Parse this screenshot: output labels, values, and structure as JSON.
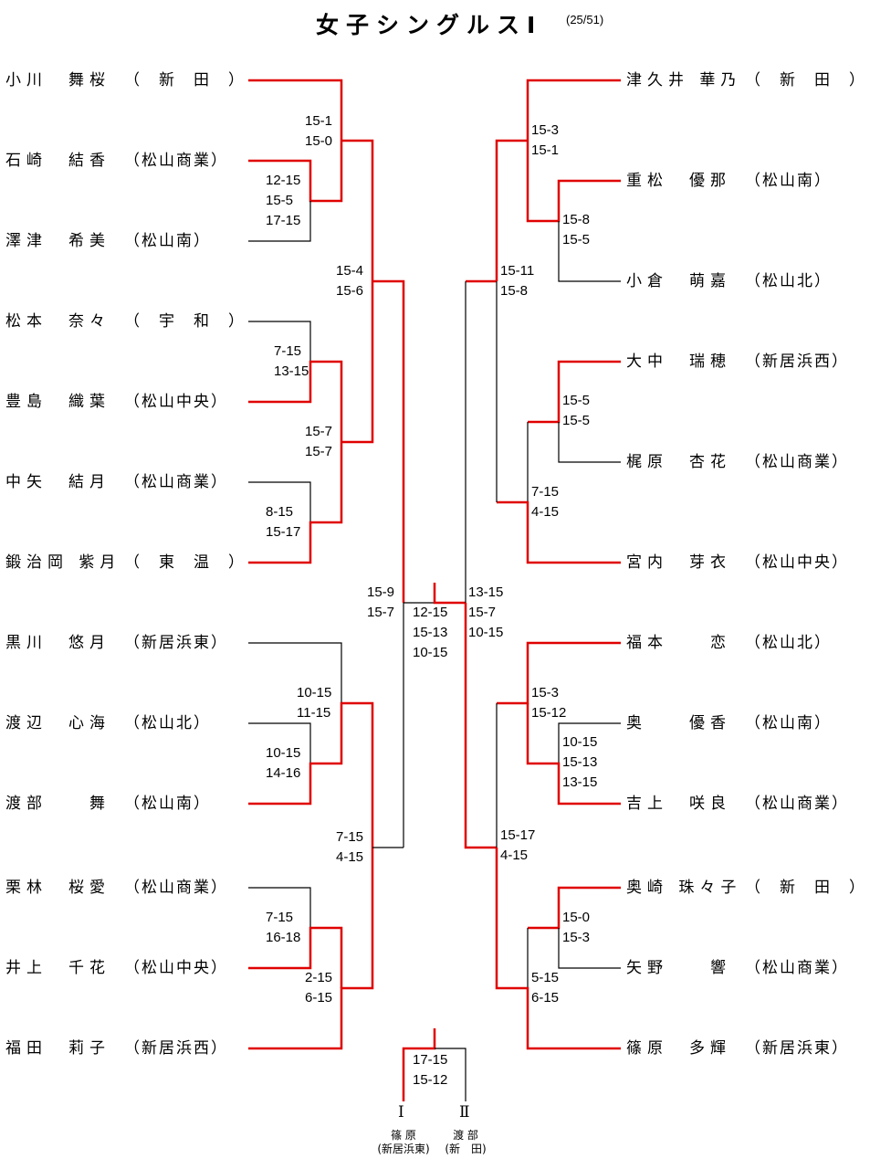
{
  "title": "女子シングルスⅠ",
  "count_label": "(25/51)",
  "colors": {
    "winner_line": "#e00000",
    "loser_line": "#000000"
  },
  "left_players": [
    {
      "name": "小川　舞桜",
      "school": "（　新　田　）"
    },
    {
      "name": "石崎　結香",
      "school": "（松山商業）"
    },
    {
      "name": "澤津　希美",
      "school": "（松山南）"
    },
    {
      "name": "松本　奈々",
      "school": "（　宇　和　）"
    },
    {
      "name": "豊島　織葉",
      "school": "（松山中央）"
    },
    {
      "name": "中矢　結月",
      "school": "（松山商業）"
    },
    {
      "name": "鍛治岡 紫月",
      "school": "（　東　温　）"
    },
    {
      "name": "黒川　悠月",
      "school": "（新居浜東）"
    },
    {
      "name": "渡辺　心海",
      "school": "（松山北）"
    },
    {
      "name": "渡部　　舞",
      "school": "（松山南）"
    },
    {
      "name": "栗林　桜愛",
      "school": "（松山商業）"
    },
    {
      "name": "井上　千花",
      "school": "（松山中央）"
    },
    {
      "name": "福田　莉子",
      "school": "（新居浜西）"
    }
  ],
  "right_players": [
    {
      "name": "津久井 華乃",
      "school": "（　新　田　）"
    },
    {
      "name": "重松　優那",
      "school": "（松山南）"
    },
    {
      "name": "小倉　萌嘉",
      "school": "（松山北）"
    },
    {
      "name": "大中　瑞穂",
      "school": "（新居浜西）"
    },
    {
      "name": "梶原　杏花",
      "school": "（松山商業）"
    },
    {
      "name": "宮内　芽衣",
      "school": "（松山中央）"
    },
    {
      "name": "福本　　恋",
      "school": "（松山北）"
    },
    {
      "name": "奥　　優香",
      "school": "（松山南）"
    },
    {
      "name": "吉上　咲良",
      "school": "（松山商業）"
    },
    {
      "name": "奥崎 珠々子",
      "school": "（　新　田　）"
    },
    {
      "name": "矢野　　響",
      "school": "（松山商業）"
    },
    {
      "name": "篠原　多輝",
      "school": "（新居浜東）"
    }
  ],
  "scores": {
    "L_r1_a": "12-15\n15-5\n17-15",
    "L_r2_a": "15-1\n15-0",
    "L_r1_b": "7-15\n13-15",
    "L_r1_c": "8-15\n15-17",
    "L_r2_b": "15-7\n15-7",
    "L_r3_a": "15-4\n15-6",
    "L_r1_d": "10-15\n14-16",
    "L_r2_c": "10-15\n11-15",
    "L_r1_e": "7-15\n16-18",
    "L_r2_d": "2-15\n6-15",
    "L_r3_b": "7-15\n4-15",
    "L_semi": "15-9\n15-7",
    "R_r2_a": "15-8\n15-5",
    "R_r3_a": "15-3\n15-1",
    "R_r2_b": "15-5\n15-5",
    "R_r3_b": "7-15\n4-15",
    "R_r4_a": "15-11\n15-8",
    "R_r1_a": "10-15\n15-13\n13-15",
    "R_r2_c": "15-3\n15-12",
    "R_r2_d": "15-0\n15-3",
    "R_r3_c": "5-15\n6-15",
    "R_r4_b": "15-17\n4-15",
    "R_semi": "13-15\n15-7\n10-15",
    "final": "12-15\n15-13\n10-15",
    "playoff": "17-15\n15-12"
  },
  "playoff": {
    "left_rank": "Ⅰ",
    "right_rank": "Ⅱ",
    "left_name": "篠 原",
    "left_school": "(新居浜東)",
    "right_name": "渡 部",
    "right_school": "(新　田)"
  }
}
